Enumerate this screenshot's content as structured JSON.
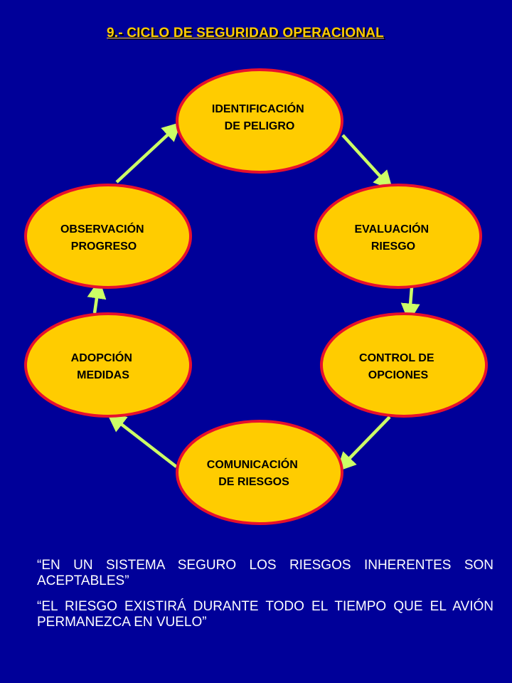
{
  "title": "9.- CICLO DE SEGURIDAD OPERACIONAL",
  "colors": {
    "background": "#000099",
    "node_fill": "#ffcc00",
    "node_stroke": "#e8102c",
    "arrow": "#ccff66",
    "title": "#ffcc00",
    "quote_text": "#ffffff"
  },
  "nodes": [
    {
      "id": "identificacion",
      "lines": [
        "IDENTIFICACIÓN",
        "DE PELIGRO"
      ]
    },
    {
      "id": "evaluacion",
      "lines": [
        "EVALUACIÓN",
        "RIESGO"
      ]
    },
    {
      "id": "control",
      "lines": [
        "CONTROL DE",
        "OPCIONES"
      ]
    },
    {
      "id": "comunicacion",
      "lines": [
        "COMUNICACIÓN",
        "DE RIESGOS"
      ]
    },
    {
      "id": "adopcion",
      "lines": [
        "ADOPCIÓN",
        "MEDIDAS"
      ]
    },
    {
      "id": "observacion",
      "lines": [
        "OBSERVACIÓN",
        "PROGRESO"
      ]
    }
  ],
  "edges": [
    {
      "from": "identificacion",
      "to": "evaluacion"
    },
    {
      "from": "evaluacion",
      "to": "control"
    },
    {
      "from": "control",
      "to": "comunicacion"
    },
    {
      "from": "comunicacion",
      "to": "adopcion"
    },
    {
      "from": "adopcion",
      "to": "observacion"
    },
    {
      "from": "observacion",
      "to": "identificacion"
    }
  ],
  "quotes": [
    "“EN UN SISTEMA SEGURO LOS RIESGOS INHERENTES SON ACEPTABLES”",
    "“EL RIESGO EXISTIRÁ DURANTE TODO EL TIEMPO QUE EL AVIÓN PERMANEZCA EN VUELO”"
  ]
}
